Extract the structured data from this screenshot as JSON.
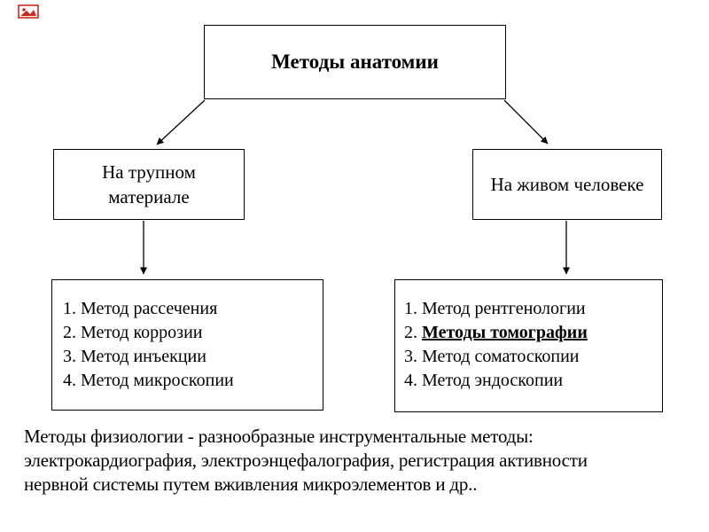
{
  "slide": {
    "title": "Методы анатомии",
    "marker_icon": "broken-image-icon",
    "marker_color": "#cc2a1e",
    "text_color": "#000000",
    "background_color": "#ffffff"
  },
  "branches": {
    "cadaver": {
      "line1": "На трупном",
      "line2": "материале"
    },
    "living": {
      "label": "На живом человеке"
    }
  },
  "lists": {
    "cadaver": {
      "items": [
        "1. Метод рассечения",
        "2. Метод коррозии",
        "3. Метод инъекции",
        "4. Метод микроскопии"
      ]
    },
    "living": {
      "items": [
        {
          "prefix": "1. ",
          "text": "Метод рентгенологии",
          "emphasis": false
        },
        {
          "prefix": "2. ",
          "text": "Методы томографии",
          "emphasis": true
        },
        {
          "prefix": "3. ",
          "text": "Метод соматоскопии",
          "emphasis": false
        },
        {
          "prefix": "4. ",
          "text": "Метод эндоскопии",
          "emphasis": false
        }
      ]
    }
  },
  "note": {
    "lines": [
      "Методы физиологии - разнообразные инструментальные методы:",
      "электрокардиография, электроэнцефалография, регистрация активности",
      "нервной системы путем вживления микроэлементов и др.."
    ]
  }
}
